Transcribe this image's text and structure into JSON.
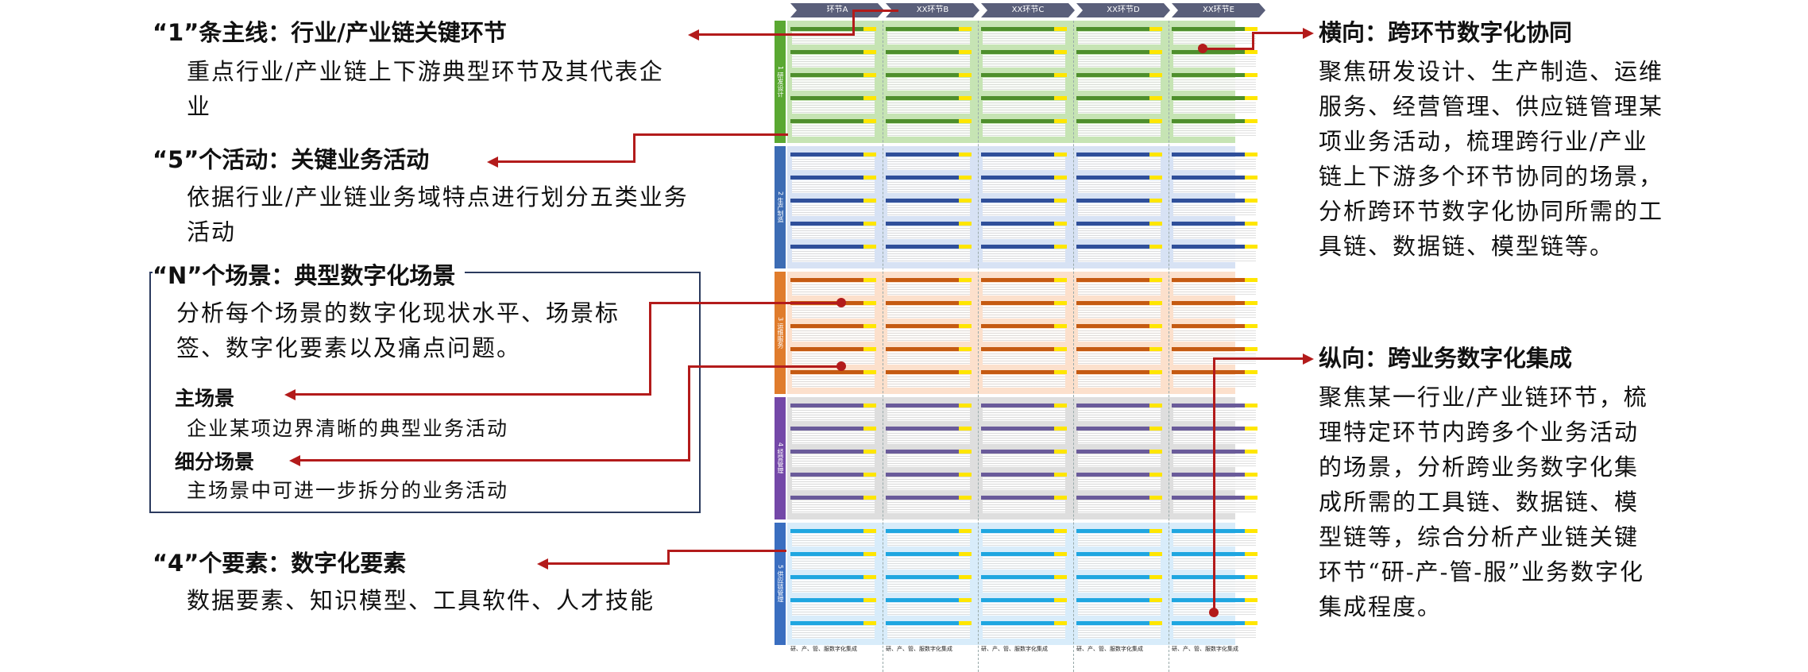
{
  "left": {
    "s1": {
      "title": "“1”条主线：行业/产业链关键环节",
      "body": "重点行业/产业链上下游典型环节及其代表企业"
    },
    "s2": {
      "title": "“5”个活动：关键业务活动",
      "body": "依据行业/产业链业务域特点进行划分五类业务活动"
    },
    "s3": {
      "title": "“N”个场景：典型数字化场景",
      "body": "分析每个场景的数字化现状水平、场景标签、数字化要素以及痛点问题。",
      "main_title": "主场景",
      "main_body": "企业某项边界清晰的典型业务活动",
      "sub_title": "细分场景",
      "sub_body": "主场景中可进一步拆分的业务活动"
    },
    "s4": {
      "title": "“4”个要素：数字化要素",
      "body": "数据要素、知识模型、工具软件、人才技能"
    }
  },
  "right": {
    "h": {
      "title": "横向：跨环节数字化协同",
      "body": "聚焦研发设计、生产制造、运维服务、经营管理、供应链管理某项业务活动，梳理跨行业/产业链上下游多个环节协同的场景，分析跨环节数字化协同所需的工具链、数据链、模型链等。"
    },
    "v": {
      "title": "纵向：跨业务数字化集成",
      "body": "聚焦某一行业/产业链环节，梳理特定环节内跨多个业务活动的场景，分析跨业务数字化集成所需的工具链、数据链、模型链等，综合分析产业链关键环节“研-产-管-服”业务数字化集成程度。"
    }
  },
  "map": {
    "stages": [
      "环节A",
      "XX环节B",
      "XX环节C",
      "XX环节D",
      "XX环节E"
    ],
    "activities": [
      {
        "label": "1 研发设计",
        "color": "#5aa832",
        "fill": "#c6e4b4"
      },
      {
        "label": "2 生产制造",
        "color": "#3c6cb4",
        "fill": "#d7e2f4"
      },
      {
        "label": "3 运维服务",
        "color": "#e07c2c",
        "fill": "#fce0cc"
      },
      {
        "label": "4 经营管理",
        "color": "#7448a8",
        "fill": "#dedede"
      },
      {
        "label": "5 供应链管理",
        "color": "#3a6ec0",
        "fill": "#d8ecfa"
      }
    ],
    "cell_header_colors": [
      "#4e8f2c",
      "#2f4f9a",
      "#c55a11",
      "#6a5b9a",
      "#1fa6e0"
    ],
    "footer": "研、产、管、服数字化集成"
  }
}
